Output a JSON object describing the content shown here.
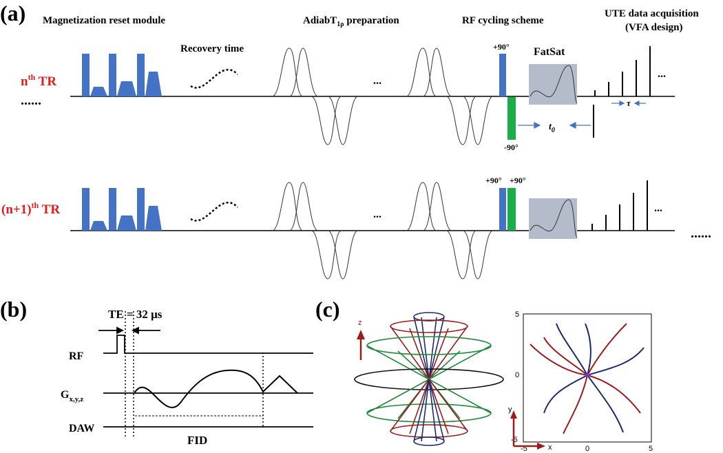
{
  "panel_labels": {
    "a": "(a)",
    "b": "(b)",
    "c": "(c)"
  },
  "panel_a": {
    "modules": {
      "reset": "Magnetization reset module",
      "recovery": "Recovery time",
      "adiab_main": "AdiabT",
      "adiab_sub": "1ρ",
      "adiab_tail": " preparation",
      "rf_cycling": "RF cycling scheme",
      "ute_line1": "UTE data acquisition",
      "ute_line2": "(VFA design)",
      "fatsat": "FatSat"
    },
    "rows": [
      {
        "prefix": "n",
        "sup": "th",
        "suffix": " TR"
      },
      {
        "prefix": "(n+1)",
        "sup": "th",
        "suffix": " TR"
      }
    ],
    "pulses": {
      "plus90": "+90°",
      "minus90": "-90°",
      "plus90_b": "+90°",
      "plus90_c": "+90°"
    },
    "t0_main": "t",
    "t0_sub": "0",
    "tau": "τ",
    "ellipsis": "...",
    "dots": "......",
    "colors": {
      "gradient": "#4472c4",
      "pulse_neg": "#1aae4a",
      "fatsat_box": "#b4bccc",
      "row_label": "#e41a1c"
    }
  },
  "panel_b": {
    "te_label": "TE = 32 μs",
    "rf": "RF",
    "g_main": "G",
    "g_sub": "x,y,z",
    "daw": "DAW",
    "fid": "FID"
  },
  "panel_c": {
    "z_axis": "z",
    "x_axis": "x",
    "y_axis": "y",
    "ticks": {
      "top": "5",
      "mid": "0",
      "bottom": "-5",
      "x_left": "-5",
      "x_mid": "0",
      "x_right": "5"
    },
    "colors": {
      "red": "#9b1b1b",
      "green": "#1f8a3a",
      "navy": "#1c2a6e",
      "black": "#111111"
    }
  }
}
